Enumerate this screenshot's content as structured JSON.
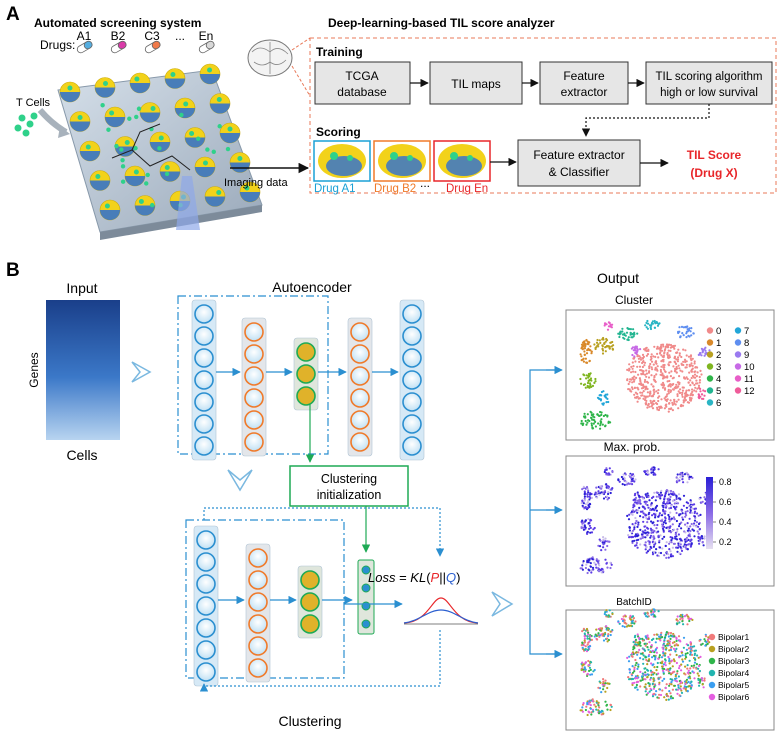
{
  "panel_a": {
    "label": "A",
    "screening_title": "Automated screening system",
    "drugs_label": "Drugs:",
    "drugs": [
      "A1",
      "B2",
      "C3",
      "...",
      "En"
    ],
    "tcells_label": "T Cells",
    "imaging_label": "Imaging data",
    "analyzer_title": "Deep-learning-based TIL score analyzer",
    "training_label": "Training",
    "training_boxes": [
      {
        "line1": "TCGA",
        "line2": "database"
      },
      {
        "line1": "TIL maps",
        "line2": ""
      },
      {
        "line1": "Feature",
        "line2": "extractor"
      },
      {
        "line1": "TIL scoring algorithm",
        "line2": "high or low survival"
      }
    ],
    "scoring_label": "Scoring",
    "scoring_images": [
      {
        "label": "Drug A1",
        "color": "#1aa0d6"
      },
      {
        "label": "Drug B2",
        "color": "#f07a2a"
      },
      {
        "label": "Drug En",
        "color": "#e8262a"
      }
    ],
    "scoring_ellipsis": "...",
    "classifier": {
      "line1": "Feature extractor",
      "line2": "& Classifier"
    },
    "til_score": {
      "line1": "TIL Score",
      "line2": "(Drug X)",
      "color": "#e8262a"
    }
  },
  "panel_b": {
    "label": "B",
    "input_title": "Input",
    "genes_label": "Genes",
    "cells_label": "Cells",
    "autoencoder_title": "Autoencoder",
    "clustering_init": {
      "line1": "Clustering",
      "line2": "initialization"
    },
    "clustering_title": "Clustering",
    "loss_text": {
      "prefix": "Loss",
      "eq": " = ",
      "kl": "KL",
      "open": "(",
      "p": "P",
      "sep": "||",
      "q": "Q",
      "close": ")"
    },
    "output_title": "Output",
    "cluster_plot": {
      "title": "Cluster",
      "legend": [
        "0",
        "1",
        "2",
        "3",
        "4",
        "5",
        "6",
        "7",
        "8",
        "9",
        "10",
        "11",
        "12"
      ],
      "colors": [
        "#f08a8a",
        "#d9892a",
        "#b8a020",
        "#7fb520",
        "#2fb54a",
        "#22b591",
        "#2ab5c4",
        "#22a6d8",
        "#5e8ef0",
        "#9a7af0",
        "#c76ae6",
        "#e85ec8",
        "#ef5c9a"
      ]
    },
    "maxprob_plot": {
      "title": "Max. prob.",
      "colorbar_ticks": [
        "0.8",
        "0.6",
        "0.4",
        "0.2"
      ]
    },
    "batch_plot": {
      "title": "BatchID",
      "legend": [
        "Bipolar1",
        "Bipolar2",
        "Bipolar3",
        "Bipolar4",
        "Bipolar5",
        "Bipolar6"
      ],
      "colors": [
        "#f07a7a",
        "#b8a020",
        "#2fb54a",
        "#22b5b0",
        "#3a9ef0",
        "#e45ee0"
      ]
    }
  }
}
